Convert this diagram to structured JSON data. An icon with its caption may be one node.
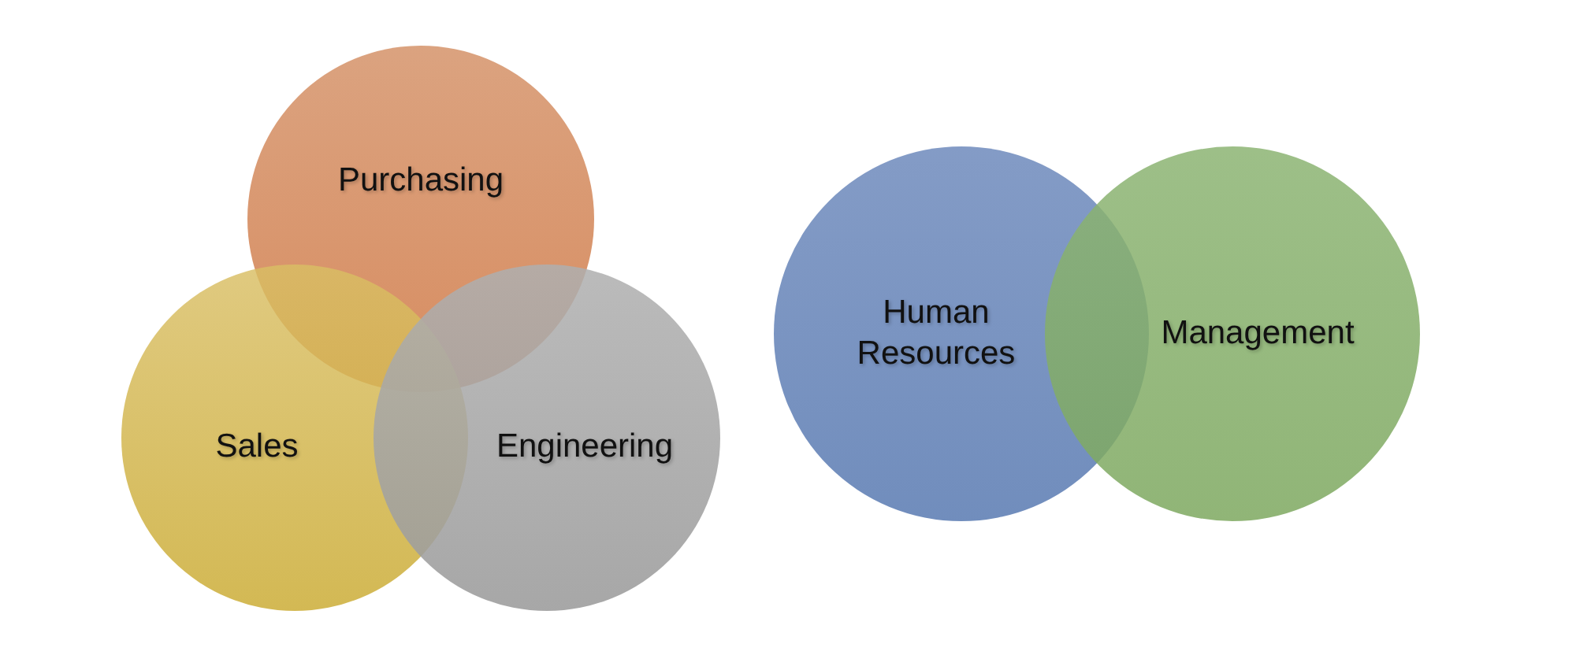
{
  "diagram": {
    "nodes": [
      {
        "text": [
          "Purchasing"
        ]
      },
      {
        "text": [
          "Sales"
        ]
      },
      {
        "text": [
          "Engineering"
        ]
      },
      {
        "text": [
          "Human Resources"
        ]
      },
      {
        "text": [
          "Management"
        ]
      }
    ]
  }
}
